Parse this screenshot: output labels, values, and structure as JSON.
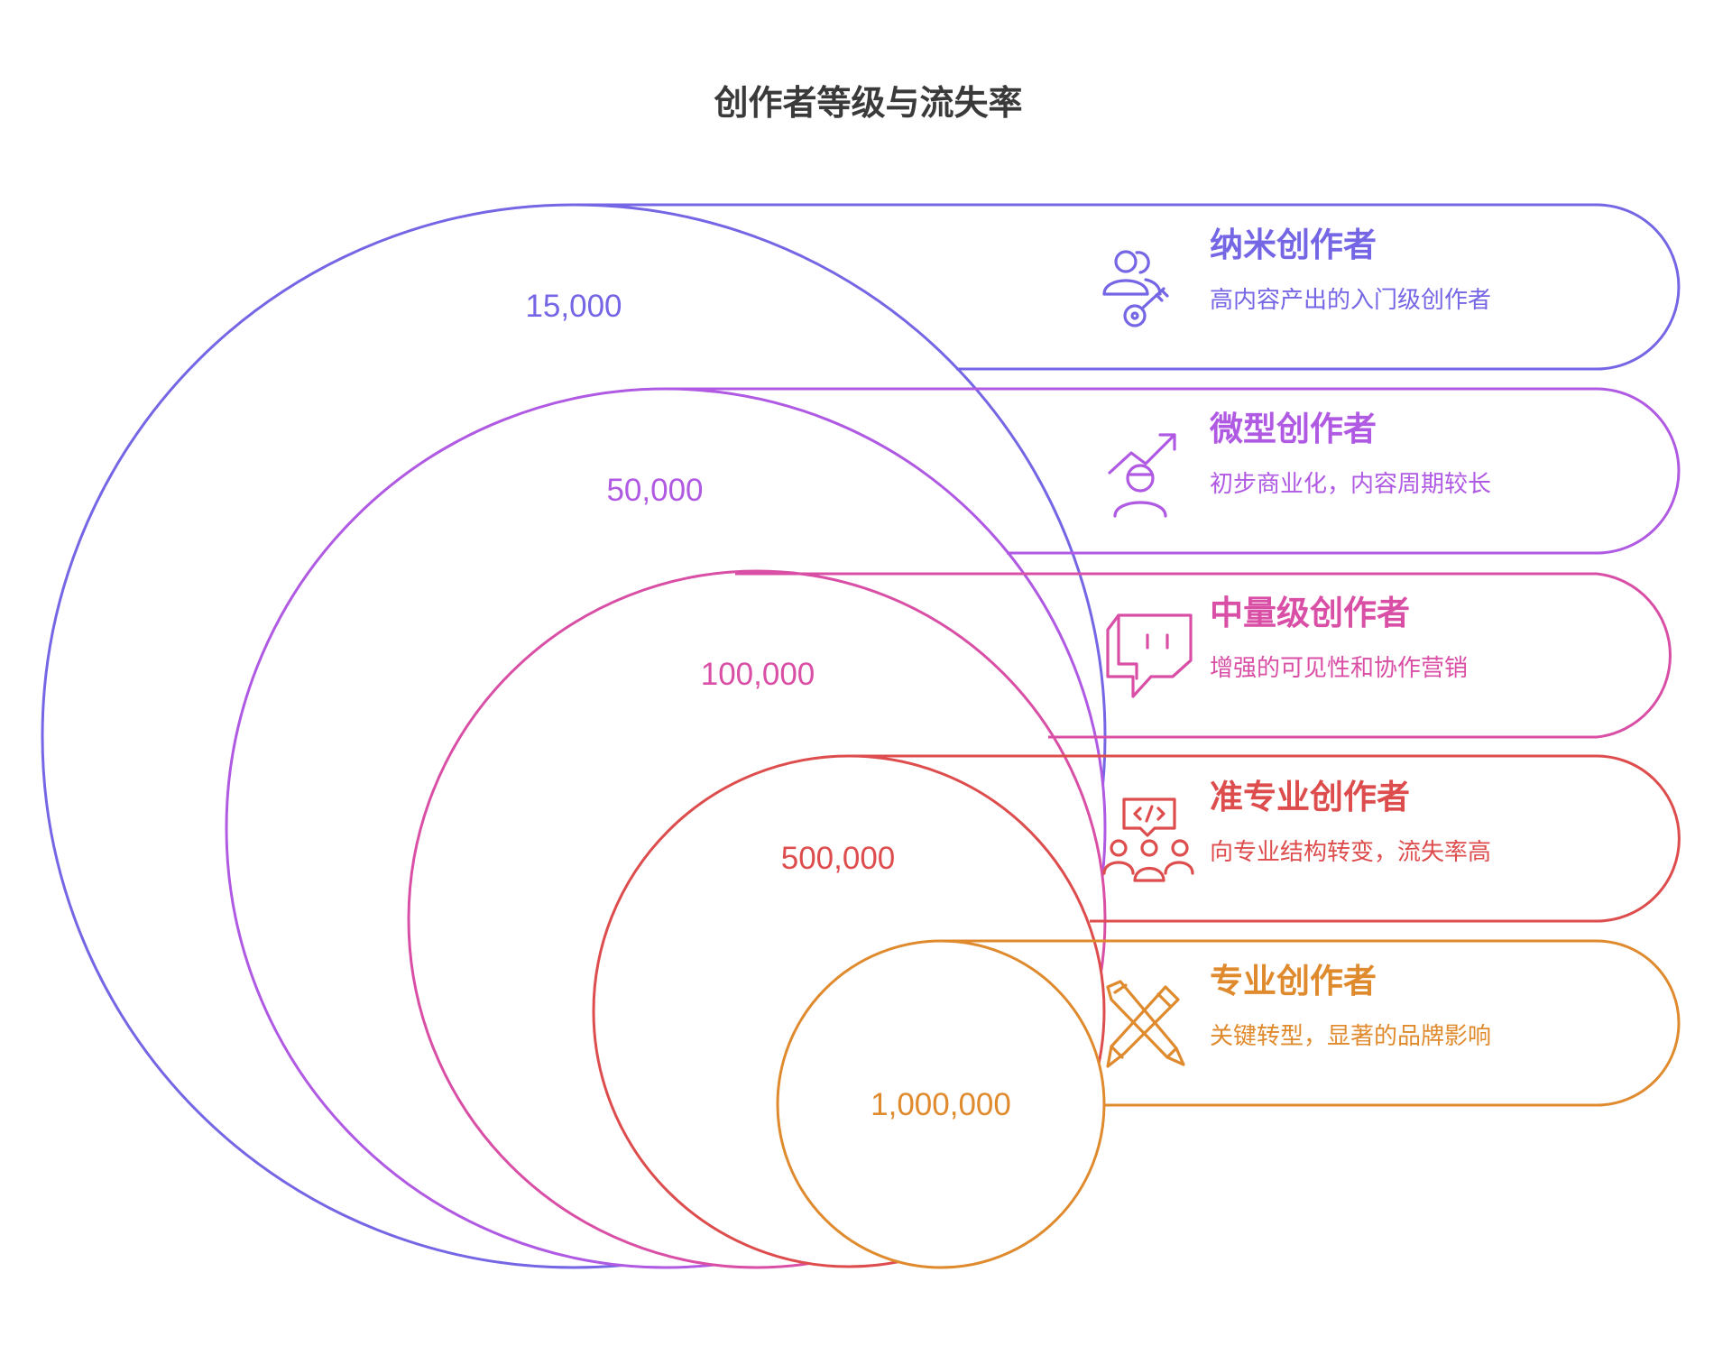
{
  "title": "创作者等级与流失率",
  "colors": {
    "tier1": "#7466e4",
    "tier2": "#b05ae3",
    "tier3": "#d94fa6",
    "tier4": "#de4d4d",
    "tier5": "#e08a2e"
  },
  "tiers": [
    {
      "name": "纳米创作者",
      "description": "高内容产出的入门级创作者",
      "value": "15,000",
      "icon": "users-key-icon",
      "color": "#7466e4"
    },
    {
      "name": "微型创作者",
      "description": "初步商业化，内容周期较长",
      "value": "50,000",
      "icon": "person-growth-icon",
      "color": "#b05ae3"
    },
    {
      "name": "中量级创作者",
      "description": "增强的可见性和协作营销",
      "value": "100,000",
      "icon": "twitch-chat-icon",
      "color": "#d94fa6"
    },
    {
      "name": "准专业创作者",
      "description": "向专业结构转变，流失率高",
      "value": "500,000",
      "icon": "team-code-icon",
      "color": "#de4d4d"
    },
    {
      "name": "专业创作者",
      "description": "关键转型，显著的品牌影响",
      "value": "1,000,000",
      "icon": "pencil-pen-icon",
      "color": "#e08a2e"
    }
  ]
}
